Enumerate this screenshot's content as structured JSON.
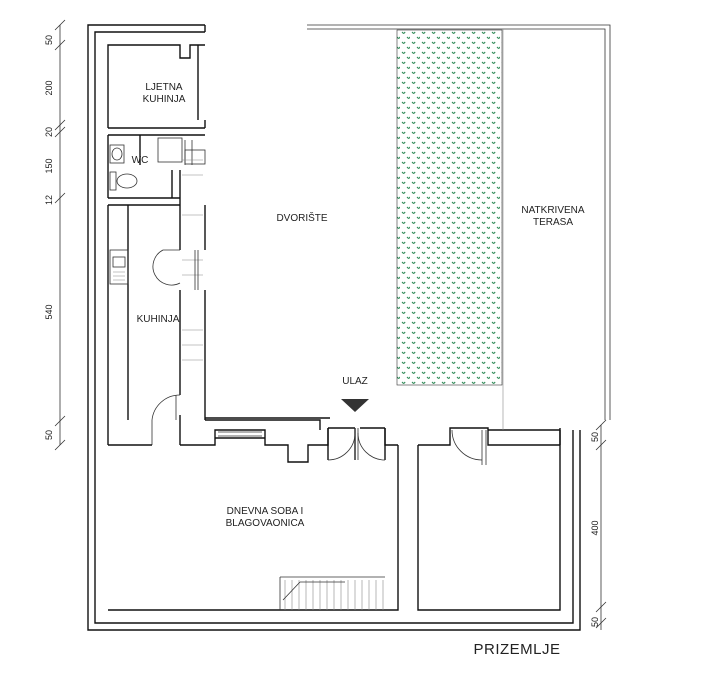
{
  "title": "PRIZEMLJE",
  "rooms": {
    "ljetna_kuhinja": [
      "LJETNA",
      "KUHINJA"
    ],
    "wc": "WC",
    "kuhinja": "KUHINJA",
    "dvoriste": "DVORIŠTE",
    "natkrivena_terasa": [
      "NATKRIVENA",
      "TERASA"
    ],
    "dnevna_soba": [
      "DNEVNA SOBA I",
      "BLAGOVAONICA"
    ]
  },
  "entrance": "ULAZ",
  "dimensions_left": [
    "50",
    "200",
    "20",
    "150",
    "12",
    "540",
    "50"
  ],
  "dimensions_right": [
    "50",
    "400",
    "50"
  ],
  "colors": {
    "wall": "#111111",
    "hatch": "#2e8b57"
  }
}
